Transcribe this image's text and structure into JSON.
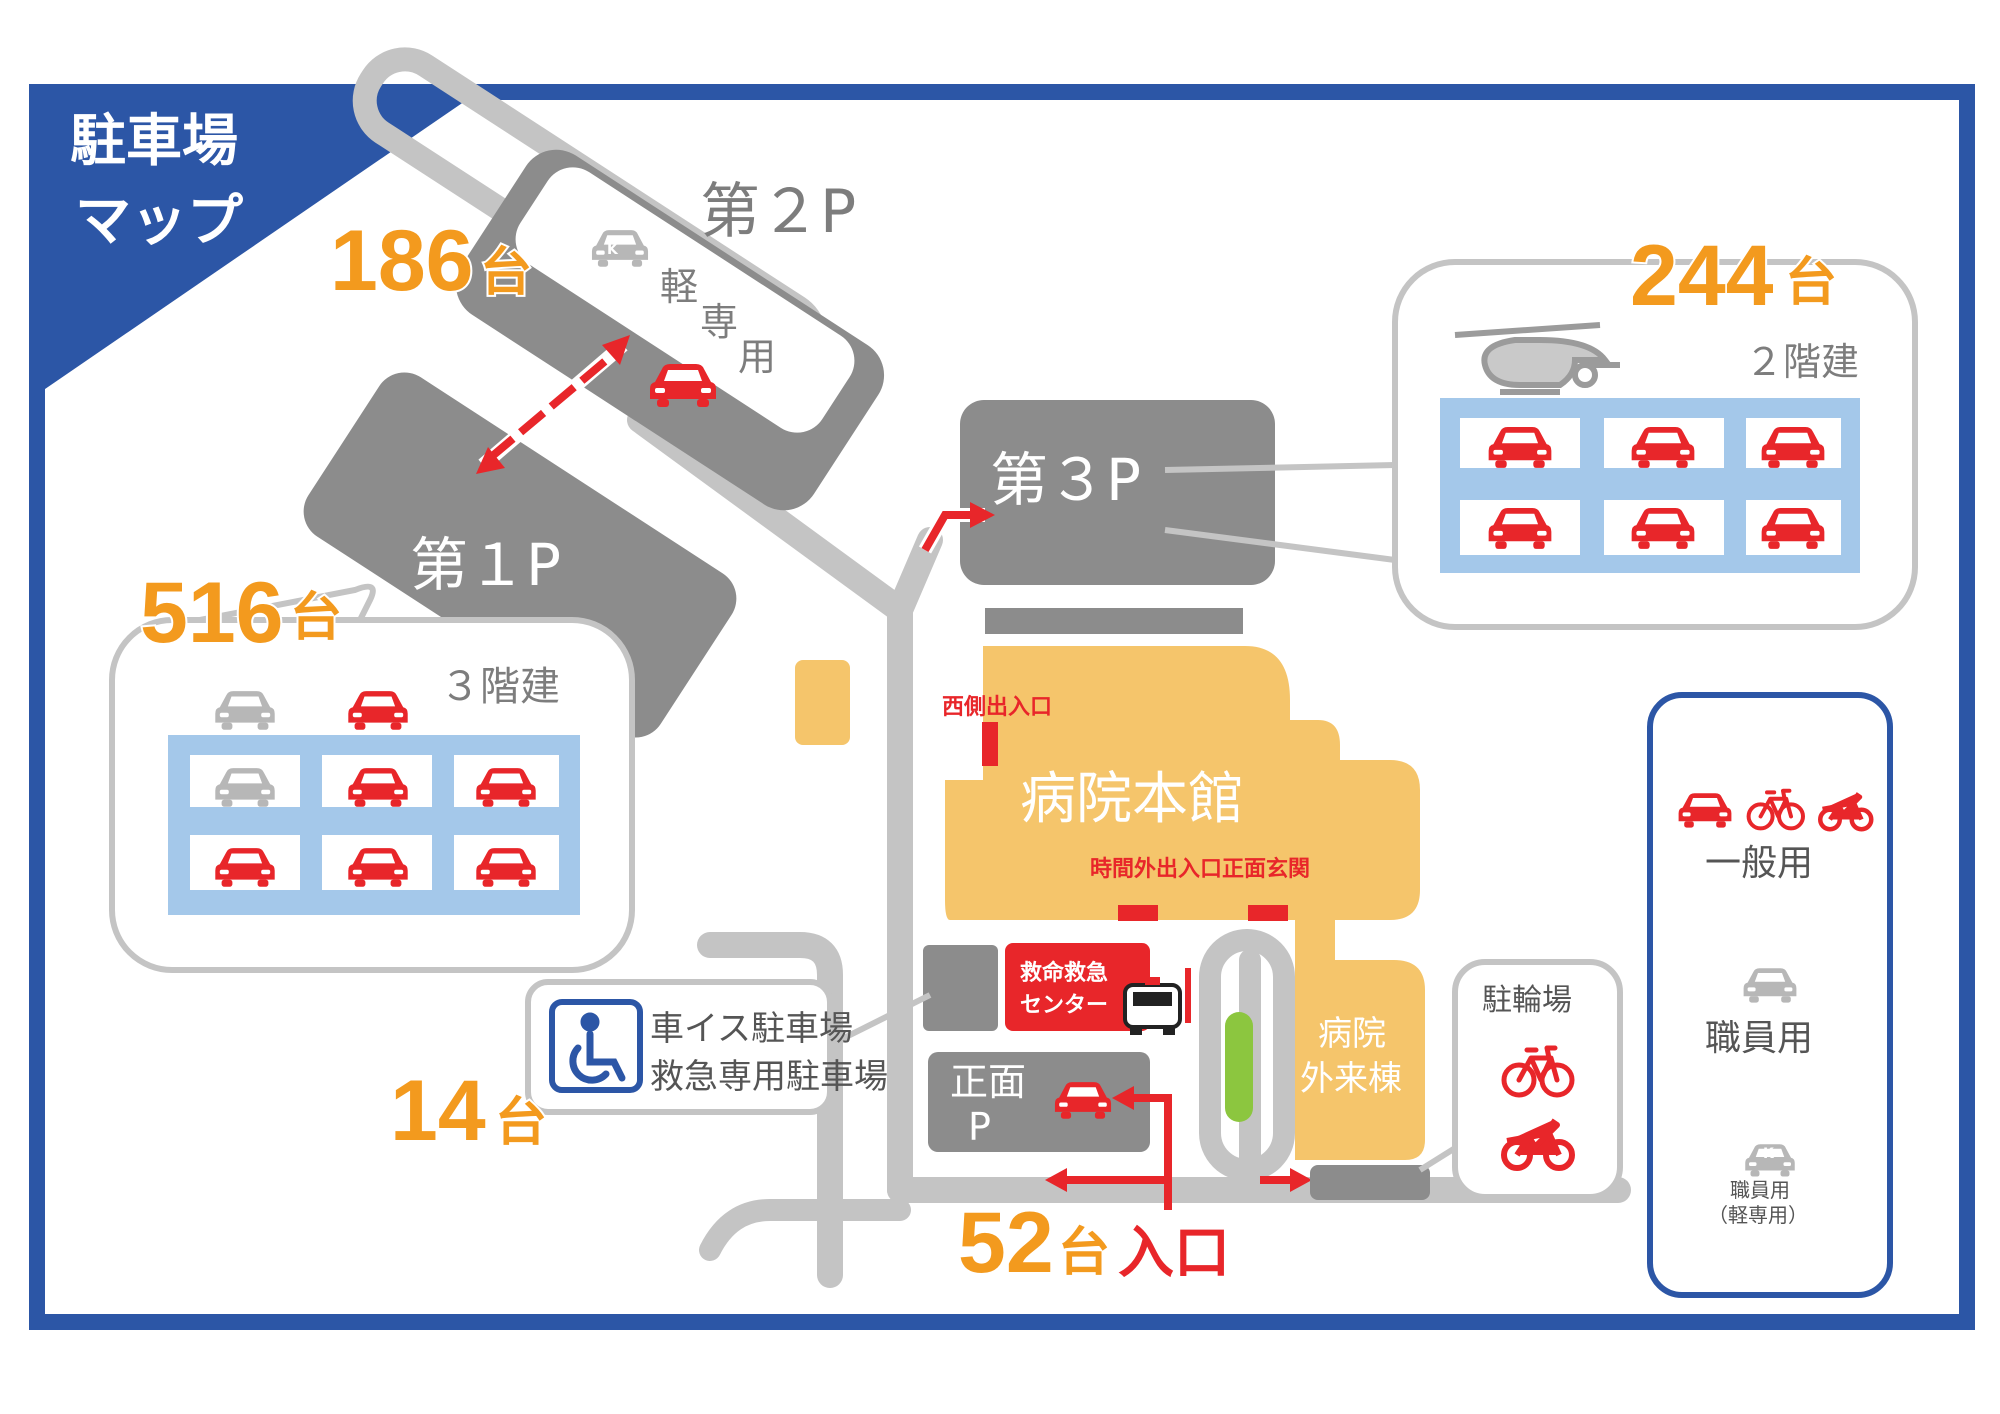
{
  "title": {
    "line1": "駐車場",
    "line2": "マップ"
  },
  "lots": {
    "p1": {
      "name": "第１P",
      "count": "516",
      "unit": "台",
      "floors": "３階建"
    },
    "p2": {
      "name": "第２P",
      "count": "186",
      "unit": "台",
      "note": [
        "軽",
        "専",
        "用"
      ]
    },
    "p3": {
      "name": "第３P",
      "count": "244",
      "unit": "台",
      "floors": "２階建"
    },
    "front": {
      "name_line1": "正面",
      "name_line2": "P",
      "count": "52",
      "unit": "台"
    },
    "accessible": {
      "count": "14",
      "unit": "台",
      "line1": "車イス駐車場",
      "line2": "救急専用駐車場"
    }
  },
  "entrance": "入口",
  "buildings": {
    "main": "病院本館",
    "west_entrance": "西側出入口",
    "after_hours_entrance": "時間外出入口",
    "front_entrance": "正面玄関",
    "emergency_line1": "救命救急",
    "emergency_line2": "センター",
    "outpatient_line1": "病院",
    "outpatient_line2": "外来棟",
    "bicycle_parking": "駐輪場"
  },
  "legend": {
    "general": "一般用",
    "staff": "職員用",
    "staff_kei_line1": "職員用",
    "staff_kei_line2": "（軽専用）"
  },
  "icons": [
    "car-icon",
    "staff-car-icon",
    "kei-car-icon",
    "bicycle-icon",
    "motorcycle-icon",
    "helicopter-icon",
    "wheelchair-icon",
    "ambulance-icon",
    "arrow-icon"
  ],
  "colors": {
    "frame_blue": "#2c56a6",
    "lot_gray": "#8c8c8c",
    "road_gray": "#c4c4c4",
    "building_yellow": "#f5c56b",
    "accent_red": "#e8262a",
    "count_orange": "#f39a1e",
    "floor_blue": "#a4c8ea",
    "green": "#8cc63f"
  }
}
